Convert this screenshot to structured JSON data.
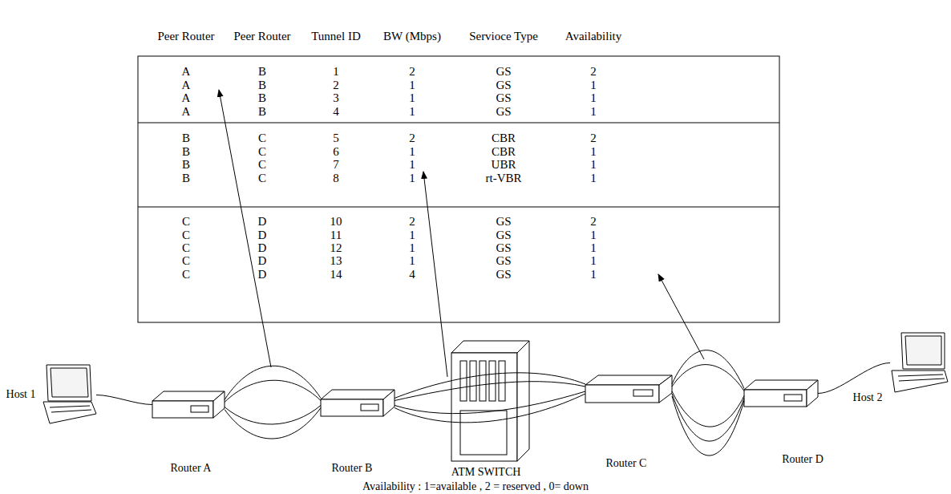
{
  "diagram": {
    "nodes": [
      {
        "text": [
          "Host 1"
        ]
      },
      {
        "text": [
          "Router A"
        ]
      },
      {
        "text": [
          "Router B"
        ]
      },
      {
        "text": [
          "ATM SWITCH"
        ]
      },
      {
        "text": [
          "Router C"
        ]
      },
      {
        "text": [
          "Router D"
        ]
      },
      {
        "text": [
          "Host 2"
        ]
      }
    ],
    "edges": [
      {
        "from": 0,
        "to": 1,
        "arrow": "none"
      },
      {
        "from": 1,
        "to": 2,
        "arrow": "none"
      },
      {
        "from": 1,
        "to": 2,
        "arrow": "none"
      },
      {
        "from": 1,
        "to": 2,
        "arrow": "none"
      },
      {
        "from": 1,
        "to": 2,
        "arrow": "none"
      },
      {
        "from": 2,
        "to": 4,
        "arrow": "none"
      },
      {
        "from": 2,
        "to": 4,
        "arrow": "none"
      },
      {
        "from": 2,
        "to": 4,
        "arrow": "none"
      },
      {
        "from": 2,
        "to": 4,
        "arrow": "none"
      },
      {
        "from": 4,
        "to": 5,
        "arrow": "none"
      },
      {
        "from": 4,
        "to": 5,
        "arrow": "none"
      },
      {
        "from": 4,
        "to": 5,
        "arrow": "none"
      },
      {
        "from": 4,
        "to": 5,
        "arrow": "none"
      },
      {
        "from": 4,
        "to": 5,
        "arrow": "none"
      },
      {
        "from": 5,
        "to": 6,
        "arrow": "none"
      }
    ],
    "labels": [
      "Peer Router",
      "Peer Router",
      "Tunnel ID",
      "BW (Mbps)",
      "Servioce Type",
      "Availability",
      "A",
      "B",
      "1",
      "2",
      "GS",
      "2",
      "A",
      "B",
      "2",
      "1",
      "GS",
      "1",
      "A",
      "B",
      "3",
      "1",
      "GS",
      "1",
      "A",
      "B",
      "4",
      "1",
      "GS",
      "1",
      "B",
      "C",
      "5",
      "2",
      "CBR",
      "2",
      "B",
      "C",
      "6",
      "1",
      "CBR",
      "1",
      "B",
      "C",
      "7",
      "1",
      "UBR",
      "1",
      "B",
      "C",
      "8",
      "1",
      "rt-VBR",
      "1",
      "C",
      "D",
      "10",
      "2",
      "GS",
      "2",
      "C",
      "D",
      "11",
      "1",
      "GS",
      "1",
      "C",
      "D",
      "12",
      "1",
      "GS",
      "1",
      "C",
      "D",
      "13",
      "1",
      "GS",
      "1",
      "C",
      "D",
      "14",
      "4",
      "GS",
      "1",
      "Availability : 1=available , 2 = reserved , 0= down"
    ]
  }
}
